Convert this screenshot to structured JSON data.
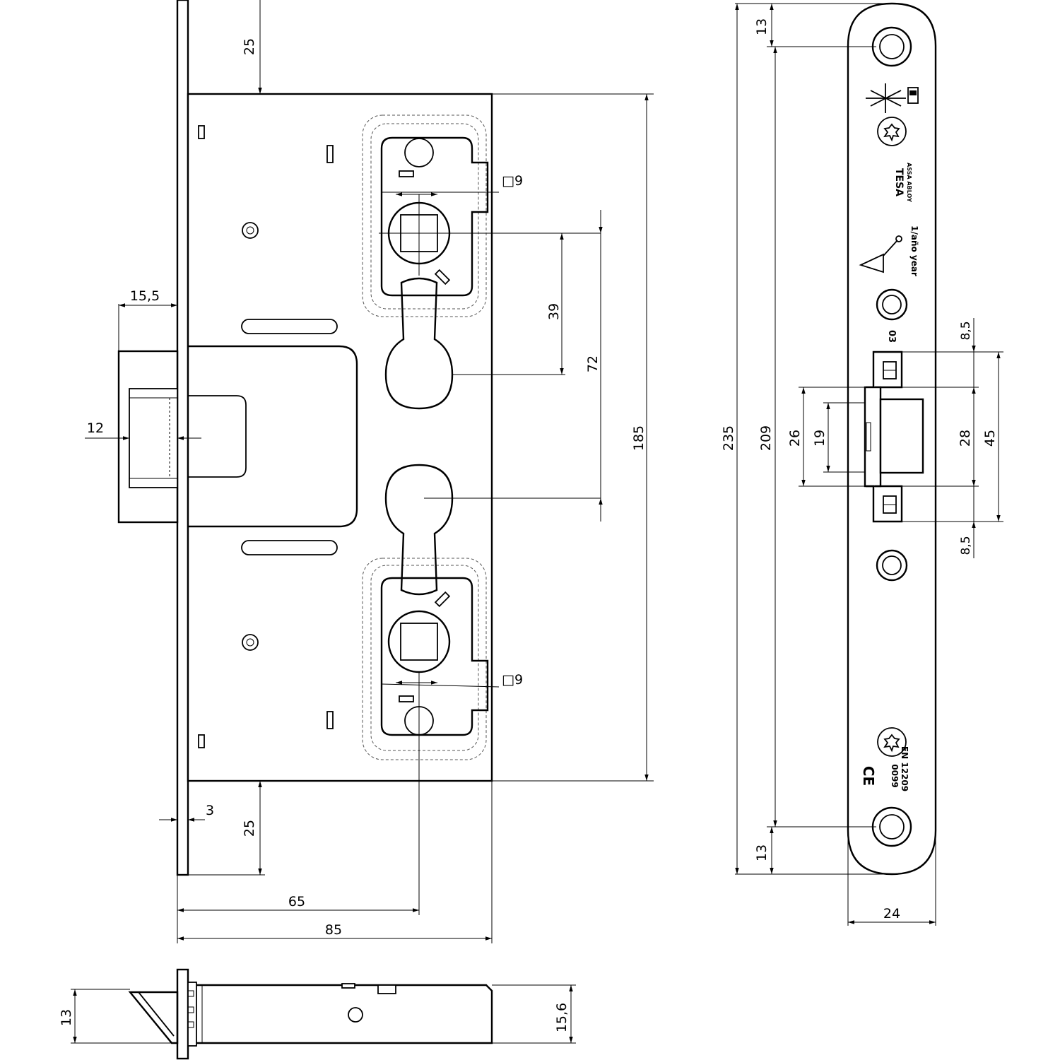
{
  "front_view": {
    "dims": {
      "top_offset": "25",
      "bottom_offset": "25",
      "bolt_projection": "15,5",
      "latch_width": "12",
      "faceplate_thickness": "3",
      "square_top": "□9",
      "square_bottom": "□9",
      "spacing_small": "39",
      "spacing_large": "72",
      "case_height": "185",
      "backset": "65",
      "case_depth": "85"
    }
  },
  "side_view": {
    "dims": {
      "bolt_height": "13",
      "case_thickness": "15,6"
    }
  },
  "strike_plate": {
    "dims": {
      "top_hole": "13",
      "bottom_hole": "13",
      "total_length": "235",
      "hole_spacing": "209",
      "opening_outer": "26",
      "opening_inner": "19",
      "latch_gap_top": "8,5",
      "latch_gap_bottom": "8,5",
      "latch_width": "28",
      "latch_span": "45",
      "plate_width": "24"
    },
    "markings": {
      "brand": "TESA",
      "sub_brand": "ASSA ABLOY",
      "grade": "03",
      "ce": "CE",
      "cert_number": "0099",
      "standard": "EN 12209",
      "lifetime": "1/año year"
    }
  }
}
